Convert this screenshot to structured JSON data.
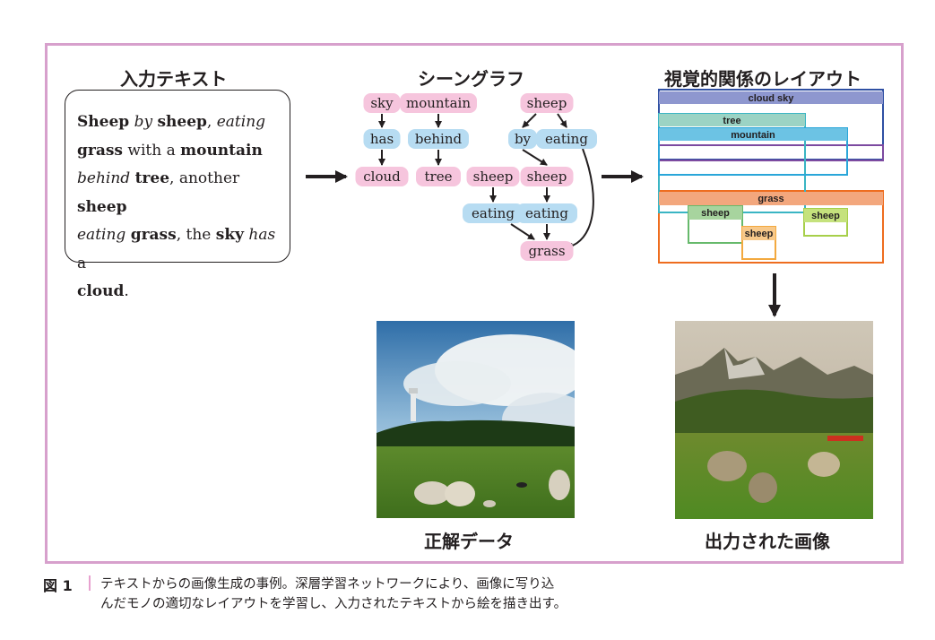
{
  "sections": {
    "input_text_title": "入力テキスト",
    "scene_graph_title": "シーングラフ",
    "layout_title": "視覚的関係のレイアウト"
  },
  "input_text": [
    [
      {
        "t": "Sheep",
        "s": "b"
      },
      {
        "t": " ",
        "s": ""
      },
      {
        "t": "by",
        "s": "i"
      },
      {
        "t": " ",
        "s": ""
      },
      {
        "t": "sheep",
        "s": "b"
      },
      {
        "t": ", ",
        "s": ""
      },
      {
        "t": "eating",
        "s": "i"
      }
    ],
    [
      {
        "t": "grass",
        "s": "b"
      },
      {
        "t": " with a ",
        "s": ""
      },
      {
        "t": "mountain",
        "s": "b"
      }
    ],
    [
      {
        "t": "behind",
        "s": "i"
      },
      {
        "t": " ",
        "s": ""
      },
      {
        "t": "tree",
        "s": "b"
      },
      {
        "t": ", another ",
        "s": ""
      },
      {
        "t": "sheep",
        "s": "b"
      }
    ],
    [
      {
        "t": "eating",
        "s": "i"
      },
      {
        "t": " ",
        "s": ""
      },
      {
        "t": "grass",
        "s": "b"
      },
      {
        "t": ", the ",
        "s": ""
      },
      {
        "t": "sky",
        "s": "b"
      },
      {
        "t": " ",
        "s": ""
      },
      {
        "t": "has",
        "s": "i"
      },
      {
        "t": " a",
        "s": ""
      }
    ],
    [
      {
        "t": "cloud",
        "s": "b"
      },
      {
        "t": ".",
        "s": ""
      }
    ]
  ],
  "scene_graph": {
    "colors": {
      "object": "#f6c5dd",
      "relation": "#b7dcf2",
      "arrow": "#231f20"
    },
    "nodes": [
      {
        "id": "sky",
        "label": "sky",
        "kind": "object"
      },
      {
        "id": "has",
        "label": "has",
        "kind": "relation"
      },
      {
        "id": "cloud",
        "label": "cloud",
        "kind": "object"
      },
      {
        "id": "mountain",
        "label": "mountain",
        "kind": "object"
      },
      {
        "id": "behind",
        "label": "behind",
        "kind": "relation"
      },
      {
        "id": "tree",
        "label": "tree",
        "kind": "object"
      },
      {
        "id": "sheep1",
        "label": "sheep",
        "kind": "object"
      },
      {
        "id": "by",
        "label": "by",
        "kind": "relation"
      },
      {
        "id": "eating1",
        "label": "eating",
        "kind": "relation"
      },
      {
        "id": "sheep2",
        "label": "sheep",
        "kind": "object"
      },
      {
        "id": "sheep3",
        "label": "sheep",
        "kind": "object"
      },
      {
        "id": "eating2",
        "label": "eating",
        "kind": "relation"
      },
      {
        "id": "eating3",
        "label": "eating",
        "kind": "relation"
      },
      {
        "id": "grass",
        "label": "grass",
        "kind": "object"
      }
    ],
    "edges": [
      [
        "sky",
        "has"
      ],
      [
        "has",
        "cloud"
      ],
      [
        "mountain",
        "behind"
      ],
      [
        "behind",
        "tree"
      ],
      [
        "sheep1",
        "by"
      ],
      [
        "sheep1",
        "eating1"
      ],
      [
        "by",
        "sheep3"
      ],
      [
        "sheep2",
        "eating2"
      ],
      [
        "sheep3",
        "eating3"
      ],
      [
        "eating2",
        "grass"
      ],
      [
        "eating3",
        "grass"
      ],
      [
        "eating1",
        "grass"
      ]
    ]
  },
  "layout": {
    "boxes": [
      {
        "label": "cloud sky",
        "color": "#8e97cf"
      },
      {
        "label": "tree",
        "color": "#9bd3c4"
      },
      {
        "label": "mountain",
        "color": "#6cc3e4"
      },
      {
        "label": "grass",
        "color": "#f3a77d"
      },
      {
        "label": "sheep",
        "color": "#a7d49e"
      },
      {
        "label": "sheep",
        "color": "#c5e27d"
      },
      {
        "label": "sheep",
        "color": "#f8c98a"
      }
    ]
  },
  "images": {
    "ground_truth_label": "正解データ",
    "output_label": "出力された画像"
  },
  "caption": {
    "number": "図 1",
    "line1": "テキストからの画像生成の事例。深層学習ネットワークにより、画像に写り込",
    "line2": "んだモノの適切なレイアウトを学習し、入力されたテキストから絵を描き出す。"
  }
}
